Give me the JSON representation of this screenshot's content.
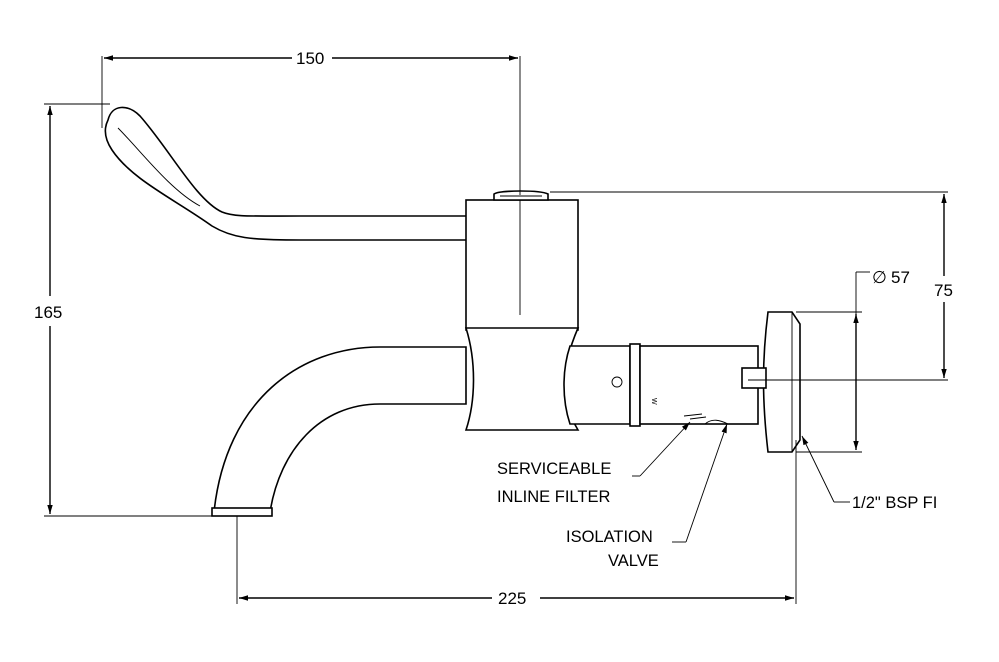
{
  "dimensions": {
    "top_width": "150",
    "height": "165",
    "head_height": "75",
    "diameter": "57",
    "diameter_symbol": "∅",
    "bottom_width": "225"
  },
  "callouts": {
    "filter_line1": "SERVICEABLE",
    "filter_line2": "INLINE FILTER",
    "valve_line1": "ISOLATION",
    "valve_line2": "VALVE",
    "thread": "1/2\" BSP FI"
  }
}
